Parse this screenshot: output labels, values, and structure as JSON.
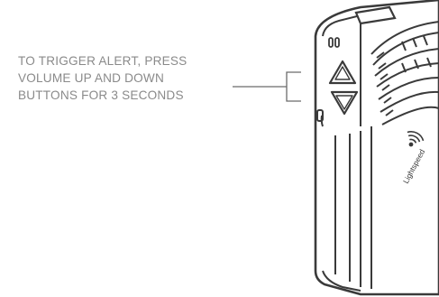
{
  "instruction": {
    "lines": [
      "TO TRIGGER ALERT, PRESS",
      "VOLUME UP AND DOWN",
      "BUTTONS FOR 3 SECONDS"
    ]
  },
  "device": {
    "brand_text": "Lightspeed",
    "outline_color": "#3a3a3a"
  }
}
